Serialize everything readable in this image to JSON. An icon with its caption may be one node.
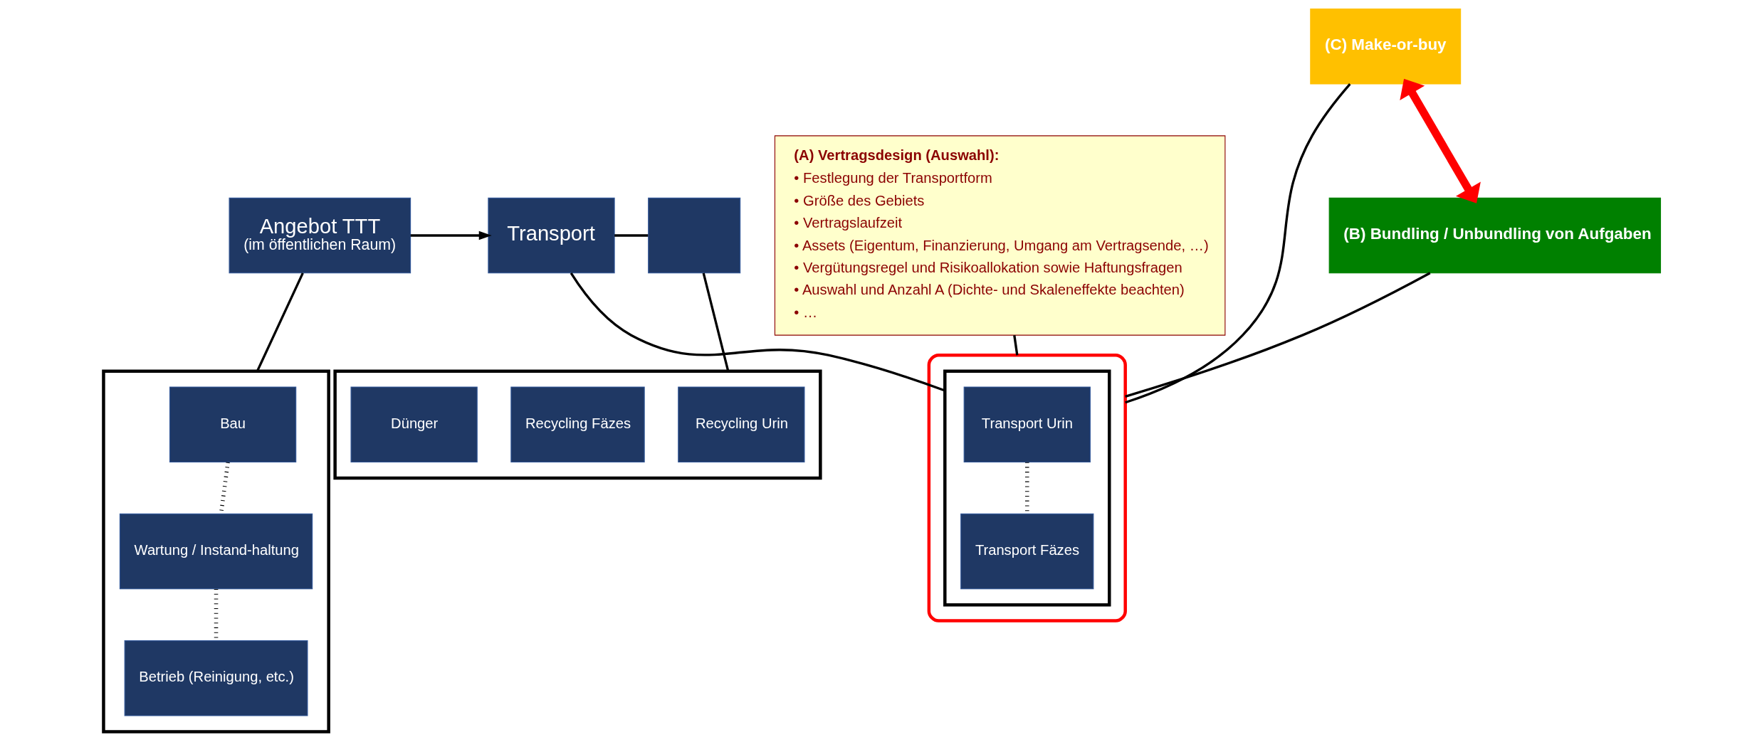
{
  "diagram": {
    "nodes": [
      {
        "text": [
          "Angebot TTT",
          "(im öffentlichen Raum)"
        ]
      },
      {
        "text": [
          "Transport"
        ]
      },
      {
        "text": [],
        "shape": "box"
      },
      {
        "text": [],
        "shape": "box"
      },
      {
        "text": [
          "Bau"
        ],
        "in": 3
      },
      {
        "text": [
          "Wartung / Instand-haltung"
        ],
        "in": 3
      },
      {
        "text": [
          "Betrieb (Reinigung, etc.)"
        ],
        "in": 3
      },
      {
        "text": [],
        "shape": "box"
      },
      {
        "text": [],
        "shape": "box",
        "in": 7
      },
      {
        "text": [
          "Transport Urin"
        ],
        "in": 8
      },
      {
        "text": [
          "Transport Fäzes"
        ],
        "in": 8
      },
      {
        "text": [],
        "shape": "box"
      },
      {
        "text": [
          "Recycling Urin"
        ],
        "in": 11
      },
      {
        "text": [
          "Recycling Fäzes"
        ],
        "in": 11
      },
      {
        "text": [
          "Dünger"
        ],
        "in": 11
      },
      {
        "text": [
          "(A) Vertragsdesign (Auswahl):",
          "• Festlegung der Transportform",
          "• Größe des Gebiets",
          "• Vertragslaufzeit",
          "• Assets (Eigentum, Finanzierung, Umgang am Vertragsende, …)",
          "• Vergütungsregel und Risikoallokation sowie Haftungsfragen",
          "• Auswahl und Anzahl A (Dichte- und Skaleneffekte beachten)",
          "• …"
        ]
      },
      {
        "text": [
          "(C) Make-or-buy"
        ]
      },
      {
        "text": [
          "(B) Bundling / Unbundling von Aufgaben"
        ]
      }
    ],
    "edges": [
      {
        "from": 0,
        "to": 1,
        "arrow": "to"
      },
      {
        "from": 1,
        "to": 2,
        "arrow": "none"
      },
      {
        "from": 0,
        "to": 3,
        "arrow": "none"
      },
      {
        "from": 1,
        "to": 8,
        "arrow": "none"
      },
      {
        "from": 2,
        "to": 11,
        "arrow": "none"
      },
      {
        "from": 4,
        "to": 5,
        "arrow": "none",
        "style": "dashed"
      },
      {
        "from": 5,
        "to": 6,
        "arrow": "none",
        "style": "dashed"
      },
      {
        "from": 9,
        "to": 10,
        "arrow": "none",
        "style": "dashed"
      },
      {
        "from": 15,
        "to": 7,
        "arrow": "none"
      },
      {
        "from": 16,
        "to": 7,
        "arrow": "none"
      },
      {
        "from": 17,
        "to": 7,
        "arrow": "none"
      },
      {
        "from": 16,
        "to": 17,
        "arrow": "both",
        "style": "thick",
        "color": "#ff0000"
      }
    ]
  }
}
